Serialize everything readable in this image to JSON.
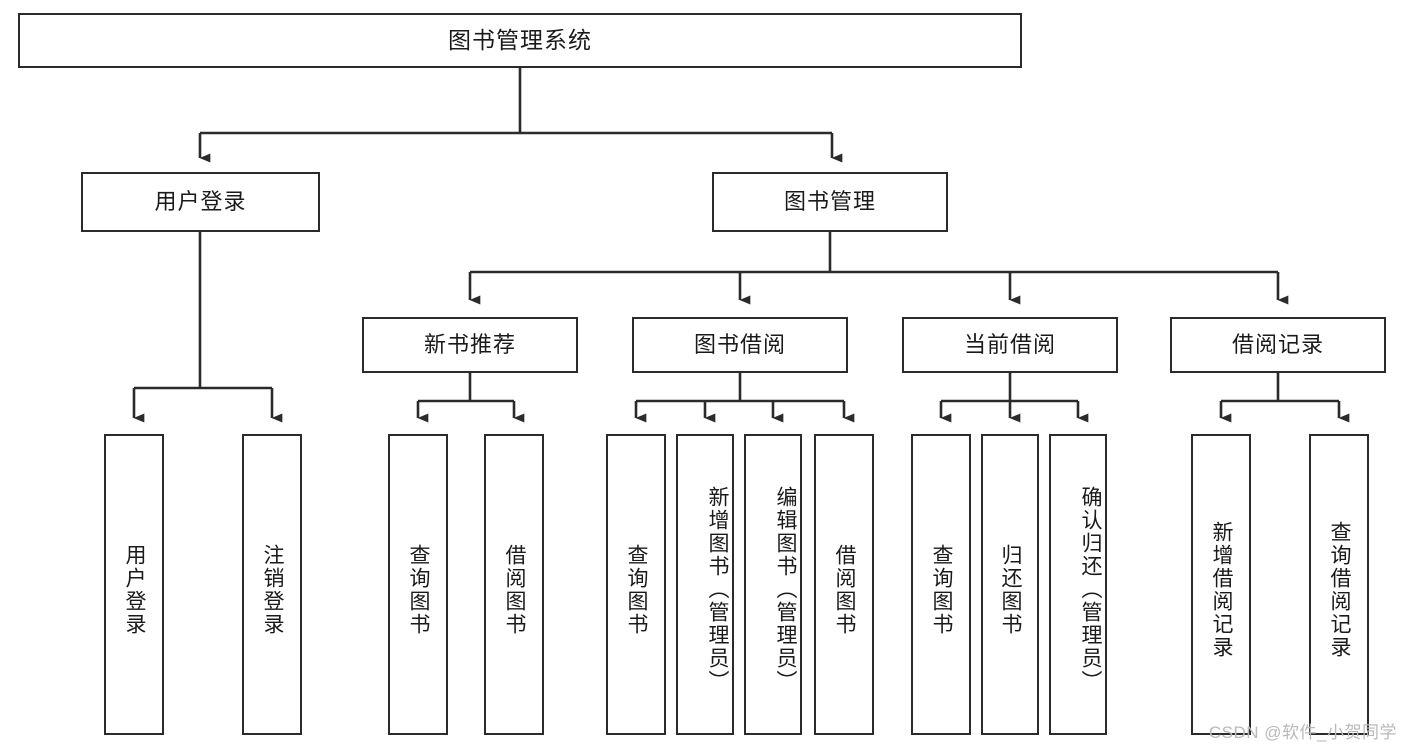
{
  "diagram": {
    "title": "图书管理系统",
    "type": "tree-hierarchy-diagram",
    "root": {
      "id": "root",
      "label": "图书管理系统"
    },
    "level2": [
      {
        "id": "user-login",
        "label": "用户登录"
      },
      {
        "id": "book-manage",
        "label": "图书管理"
      }
    ],
    "level3": [
      {
        "id": "new-book-recommend",
        "label": "新书推荐",
        "parent": "book-manage"
      },
      {
        "id": "book-borrow",
        "label": "图书借阅",
        "parent": "book-manage"
      },
      {
        "id": "current-borrow",
        "label": "当前借阅",
        "parent": "book-manage"
      },
      {
        "id": "borrow-record",
        "label": "借阅记录",
        "parent": "book-manage"
      }
    ],
    "leaves": [
      {
        "id": "leaf-user-login",
        "label": "用户登录",
        "parent": "user-login"
      },
      {
        "id": "leaf-user-logout",
        "label": "注销登录",
        "parent": "user-login"
      },
      {
        "id": "leaf-query-book-1",
        "label": "查询图书",
        "parent": "new-book-recommend"
      },
      {
        "id": "leaf-borrow-book-1",
        "label": "借阅图书",
        "parent": "new-book-recommend"
      },
      {
        "id": "leaf-query-book-2",
        "label": "查询图书",
        "parent": "book-borrow"
      },
      {
        "id": "leaf-add-book",
        "label": "新增图书（管理员）",
        "parent": "book-borrow"
      },
      {
        "id": "leaf-edit-book",
        "label": "编辑图书（管理员）",
        "parent": "book-borrow"
      },
      {
        "id": "leaf-borrow-book-2",
        "label": "借阅图书",
        "parent": "book-borrow"
      },
      {
        "id": "leaf-query-book-3",
        "label": "查询图书",
        "parent": "current-borrow"
      },
      {
        "id": "leaf-return-book",
        "label": "归还图书",
        "parent": "current-borrow"
      },
      {
        "id": "leaf-confirm-return",
        "label": "确认归还（管理员）",
        "parent": "current-borrow"
      },
      {
        "id": "leaf-add-record",
        "label": "新增借阅记录",
        "parent": "borrow-record"
      },
      {
        "id": "leaf-query-record",
        "label": "查询借阅记录",
        "parent": "borrow-record"
      }
    ],
    "colors": {
      "stroke": "#2b2b2b",
      "fill": "#ffffff",
      "text": "#1a1a1a",
      "watermark": "#b9b9b9"
    }
  },
  "watermark": {
    "text": "CSDN @软件_小贺同学"
  }
}
